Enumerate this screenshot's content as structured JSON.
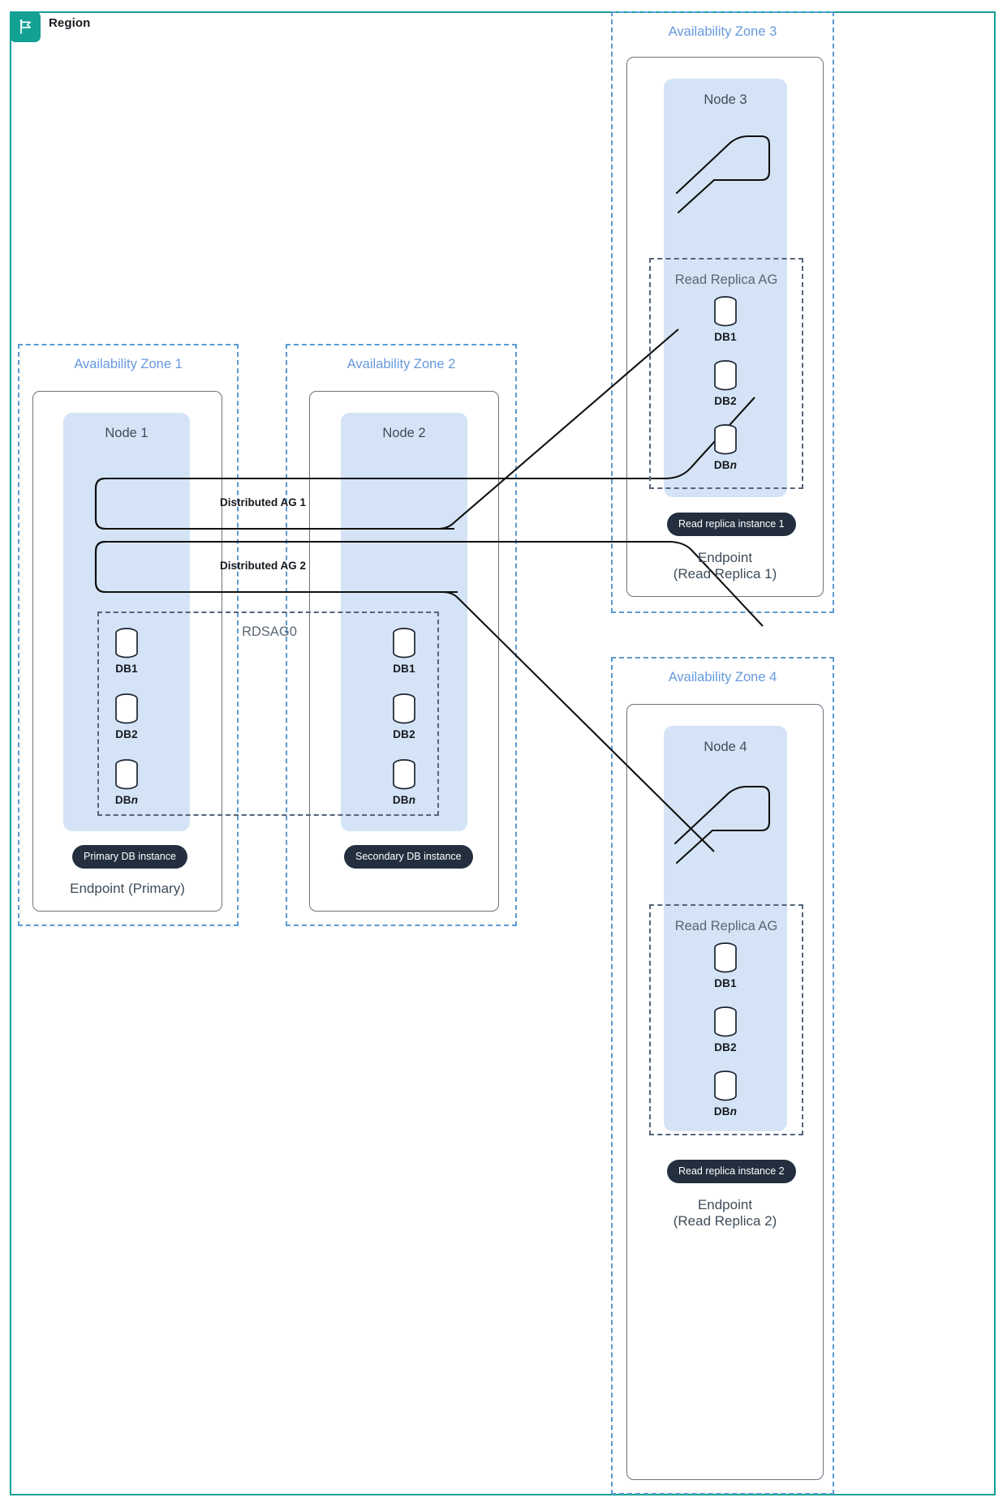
{
  "region": {
    "title": "Region",
    "icon": "region-flag-icon",
    "accent_color": "#12A193"
  },
  "colors": {
    "az_border": "#5B9BD5",
    "az_label": "#6699DD",
    "node_band": "#D4E4F6",
    "node_box_border": "#6a737d",
    "ag_border": "#56647A",
    "badge_bg": "#232F3E",
    "text_dark": "#16191F",
    "text_slate": "#3E4C5A"
  },
  "availability_zones": [
    {
      "id": "az1",
      "label": "Availability Zone 1",
      "node": {
        "label": "Node 1"
      },
      "badge": "Primary DB instance",
      "endpoint": "Endpoint (Primary)",
      "databases": [
        {
          "name": "DB",
          "suffix": "1"
        },
        {
          "name": "DB",
          "suffix": "2"
        },
        {
          "name": "DB",
          "suffix": "n",
          "italic": true
        }
      ]
    },
    {
      "id": "az2",
      "label": "Availability Zone 2",
      "node": {
        "label": "Node 2"
      },
      "badge": "Secondary DB instance",
      "endpoint": "",
      "databases": [
        {
          "name": "DB",
          "suffix": "1"
        },
        {
          "name": "DB",
          "suffix": "2"
        },
        {
          "name": "DB",
          "suffix": "n",
          "italic": true
        }
      ]
    },
    {
      "id": "az3",
      "label": "Availability Zone 3",
      "node": {
        "label": "Node 3"
      },
      "ag_label": "Read Replica AG",
      "badge": "Read replica instance 1",
      "endpoint_line1": "Endpoint",
      "endpoint_line2": "(Read Replica 1)",
      "databases": [
        {
          "name": "DB",
          "suffix": "1"
        },
        {
          "name": "DB",
          "suffix": "2"
        },
        {
          "name": "DB",
          "suffix": "n",
          "italic": true
        }
      ]
    },
    {
      "id": "az4",
      "label": "Availability Zone 4",
      "node": {
        "label": "Node 4"
      },
      "ag_label": "Read Replica AG",
      "badge": "Read replica instance 2",
      "endpoint_line1": "Endpoint",
      "endpoint_line2": "(Read Replica 2)",
      "databases": [
        {
          "name": "DB",
          "suffix": "1"
        },
        {
          "name": "DB",
          "suffix": "2"
        },
        {
          "name": "DB",
          "suffix": "n",
          "italic": true
        }
      ]
    }
  ],
  "availability_group": {
    "primary_ag_label": "RDSAG0",
    "distributed_ags": [
      {
        "label": "Distributed AG 1"
      },
      {
        "label": "Distributed AG 2"
      }
    ]
  }
}
